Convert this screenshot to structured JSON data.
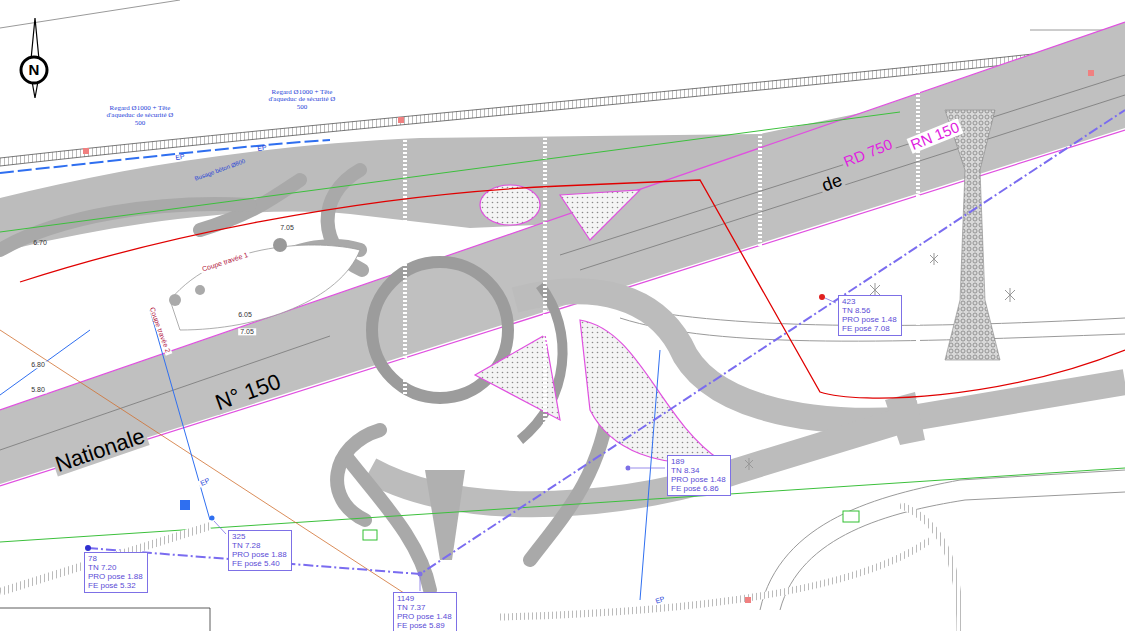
{
  "diagram": {
    "nodes": [
      {
        "text": [
          "423",
          "TN 8.56",
          "PRO pose 1.48",
          "FE posé 7.08"
        ]
      },
      {
        "text": [
          "189",
          "TN 8.34",
          "PRO pose 1.48",
          "FE posé 6.86"
        ]
      },
      {
        "text": [
          "325",
          "TN 7.28",
          "PRO pose 1.88",
          "FE posé 5.40"
        ]
      },
      {
        "text": [
          "78",
          "TN 7.20",
          "PRO pose 1.88",
          "FE posé 5.32"
        ]
      },
      {
        "text": [
          "1149",
          "TN 7.37",
          "PRO pose 1.48",
          "FE posé 5.89"
        ]
      }
    ],
    "labels": [
      "N",
      "Regard Ø1000 + Tête d'aqueduc de sécurité Ø 500",
      "Regard Ø1000 + Tête d'aqueduc de sécurité Ø 500",
      "EP",
      "EP",
      "Busage béton Ø800",
      "RD 750",
      "RN 150",
      "de",
      "N° 150",
      "Nationale",
      "Coupe travée 1",
      "Coupe travée 2",
      "7.05",
      "6.05",
      "7.05",
      "6.70",
      "6.80",
      "5.80",
      "EP",
      "EP"
    ]
  }
}
